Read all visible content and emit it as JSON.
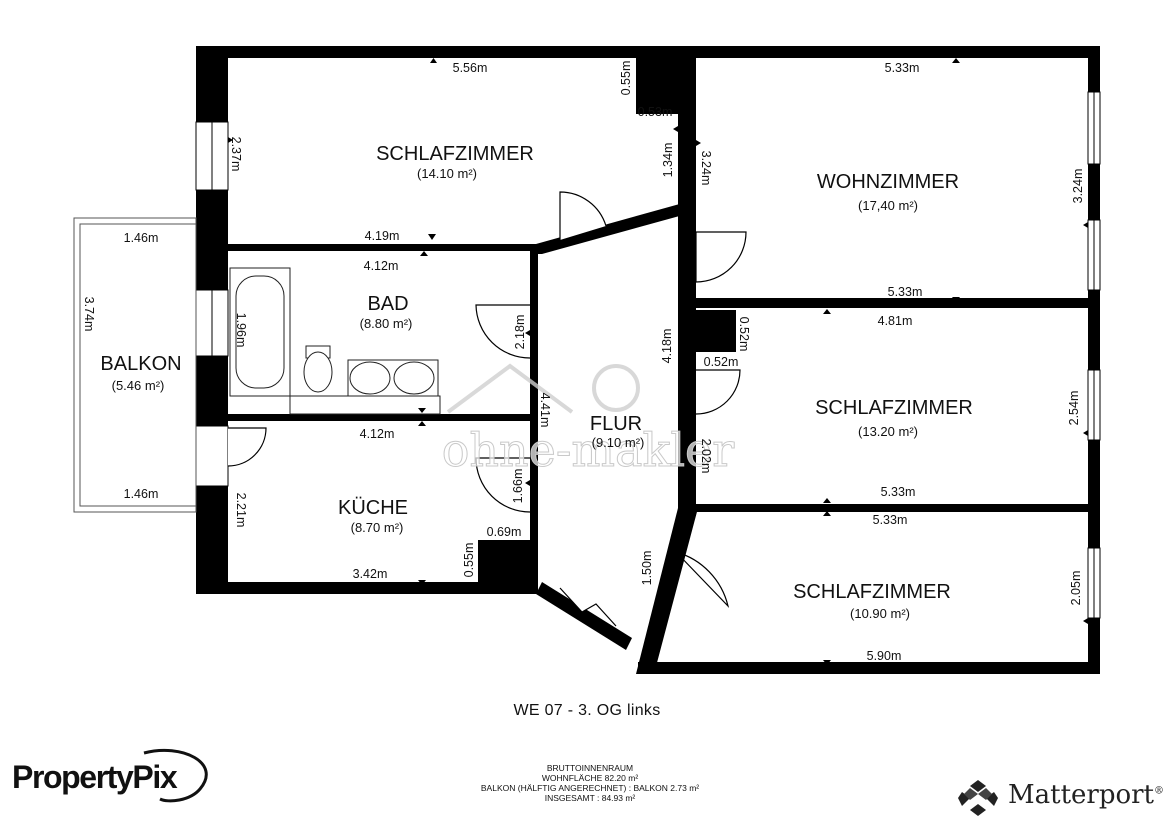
{
  "rooms": {
    "schlafzimmer_top": {
      "name": "SCHLAFZIMMER",
      "area": "(14.10 m²)"
    },
    "wohnzimmer": {
      "name": "WOHNZIMMER",
      "area": "(17,40 m²)"
    },
    "bad": {
      "name": "BAD",
      "area": "(8.80 m²)"
    },
    "balkon": {
      "name": "BALKON",
      "area": "(5.46 m²)"
    },
    "flur": {
      "name": "FLUR",
      "area": "(9.10 m²)"
    },
    "schlafzimmer_mid": {
      "name": "SCHLAFZIMMER",
      "area": "(13.20 m²)"
    },
    "kueche": {
      "name": "KÜCHE",
      "area": "(8.70 m²)"
    },
    "schlafzimmer_bottom": {
      "name": "SCHLAFZIMMER",
      "area": "(10.90 m²)"
    }
  },
  "dimensions": {
    "sz1_top": "5.56m",
    "sz1_notch_v": "0.55m",
    "sz1_notch_h": "0.53m",
    "sz1_left": "2.37m",
    "sz1_right": "1.34m",
    "sz1_bottom": "4.19m",
    "wz_top": "5.33m",
    "wz_left": "3.24m",
    "wz_right": "3.24m",
    "wz_bottom": "5.33m",
    "bad_top": "4.12m",
    "bad_left": "1.96m",
    "bad_right": "2.18m",
    "balkon_top": "1.46m",
    "balkon_left": "3.74m",
    "balkon_bottom": "1.46m",
    "flur_left": "4.41m",
    "flur_right": "4.18m",
    "flur_lower": "2.02m",
    "flur_bottom": "1.50m",
    "sz2_top": "4.81m",
    "sz2_notch_v": "0.52m",
    "sz2_notch_h": "0.52m",
    "sz2_right": "2.54m",
    "sz2_bottom": "5.33m",
    "kue_top": "4.12m",
    "kue_left": "2.21m",
    "kue_right": "1.66m",
    "kue_notch_h": "0.69m",
    "kue_notch_v": "0.55m",
    "kue_bottom": "3.42m",
    "sz3_top": "5.33m",
    "sz3_right": "2.05m",
    "sz3_bottom": "5.90m"
  },
  "watermark": "ohne-makler",
  "floor_label": "WE 07 - 3. OG links",
  "summary": {
    "line1": "BRUTTOINNENRAUM",
    "line2": "WOHNFLÄCHE 82.20 m²",
    "line3": "BALKON (HÄLFTIG ANGERECHNET) :  BALKON 2.73 m²",
    "line4": "INSGESAMT :  84.93 m²"
  },
  "logos": {
    "left": {
      "name": "PropertyPix",
      "icon": "swoosh-icon"
    },
    "right": {
      "name": "Matterport",
      "mark": "®",
      "icon": "matterport-cube-icon"
    }
  },
  "colors": {
    "wall": "#000000",
    "window": "#ffffff",
    "background": "#ffffff"
  }
}
